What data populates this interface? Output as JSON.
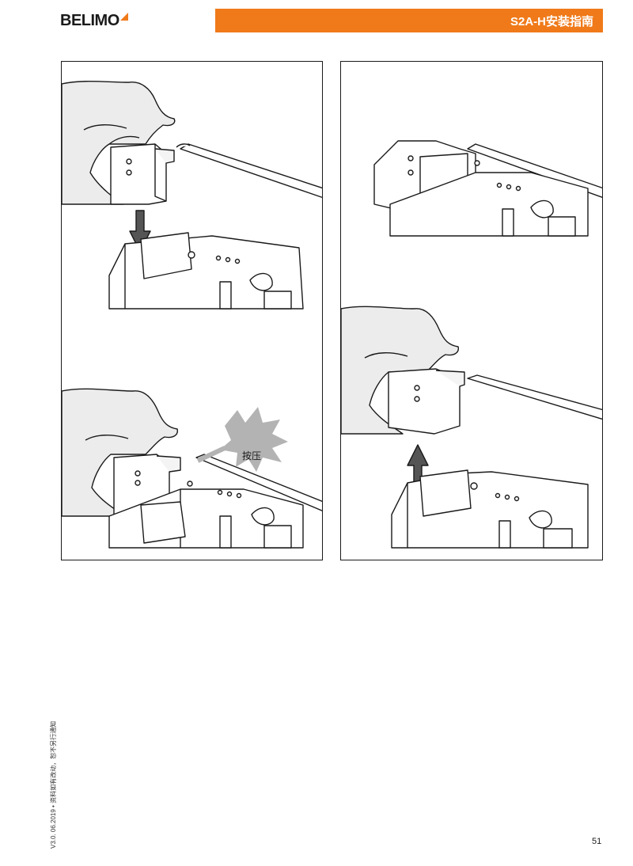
{
  "header": {
    "brand": "BELIMO",
    "title": "S2A-H安装指南",
    "brand_color": "#f07a1a"
  },
  "illustrations": {
    "press_label": "按压",
    "icons": [
      "hand-icon",
      "switch-module-icon",
      "actuator-icon",
      "arrow-down-icon",
      "arrow-up-icon",
      "burst-icon"
    ]
  },
  "footer": {
    "version_note": "V3.0. 06.2019 • 资料如有改动，恕不另行通知",
    "page_number": "51"
  }
}
